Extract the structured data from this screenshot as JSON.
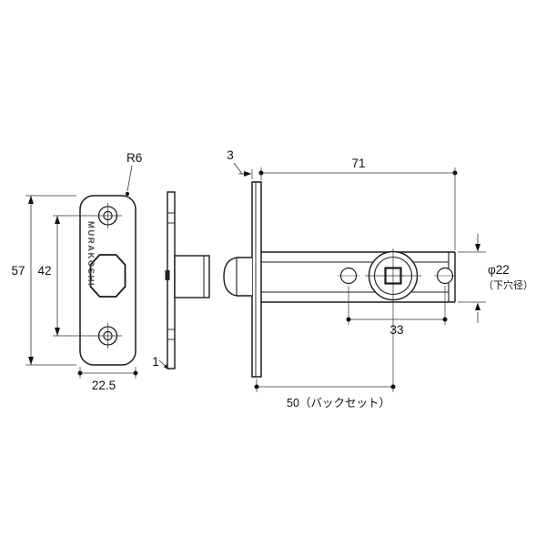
{
  "drawing": {
    "brand_logo": "MURAKOSHI",
    "front_view": {
      "overall_height": "57",
      "screw_hole_pitch": "42",
      "plate_width": "22.5",
      "corner_radius": "R6",
      "plate_thickness": "1"
    },
    "side_view": {
      "faceplate_thickness": "3",
      "case_length": "71",
      "hole_pitch": "33",
      "backset": "50（バックセット）",
      "bore_diameter": "φ22",
      "bore_diameter_note": "（下穴径）"
    }
  }
}
